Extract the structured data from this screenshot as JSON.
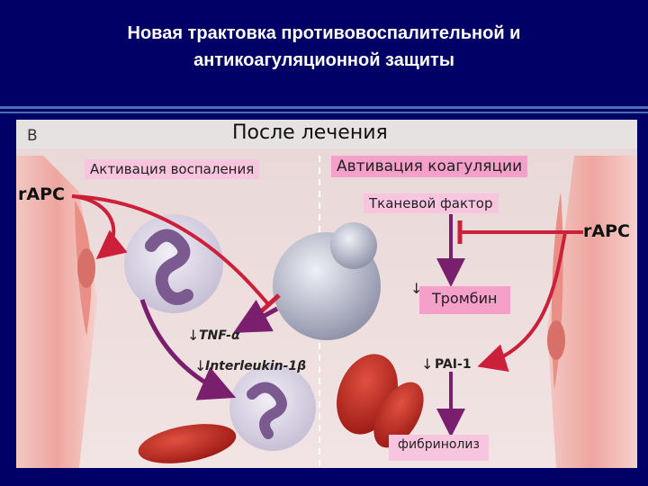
{
  "slide": {
    "title_line1": "Новая трактовка противовоспалительной и",
    "title_line2": "антикоагуляционной защиты"
  },
  "figure": {
    "panel_letter": "B",
    "panel_title": "После лечения",
    "inflammation_label": "Активация воспаления",
    "coagulation_label": "Автивация коагуляции",
    "rapc_left": "rAPC",
    "rapc_right": "rAPC",
    "tissue_factor": "Тканевой фактор",
    "thrombin": "Тромбин",
    "fibrinolysis": "фибринолиз",
    "tnf": "TNF-α",
    "il1": "Interleukin-1β",
    "pai1": "PAI-1",
    "down_arrow": "↓"
  },
  "colors": {
    "background": "#000066",
    "title_text": "#ffffff",
    "pink_label": "#f7c6de",
    "inhibition_red": "#cc1f3a",
    "purple_arrow": "#7a1f6e"
  }
}
